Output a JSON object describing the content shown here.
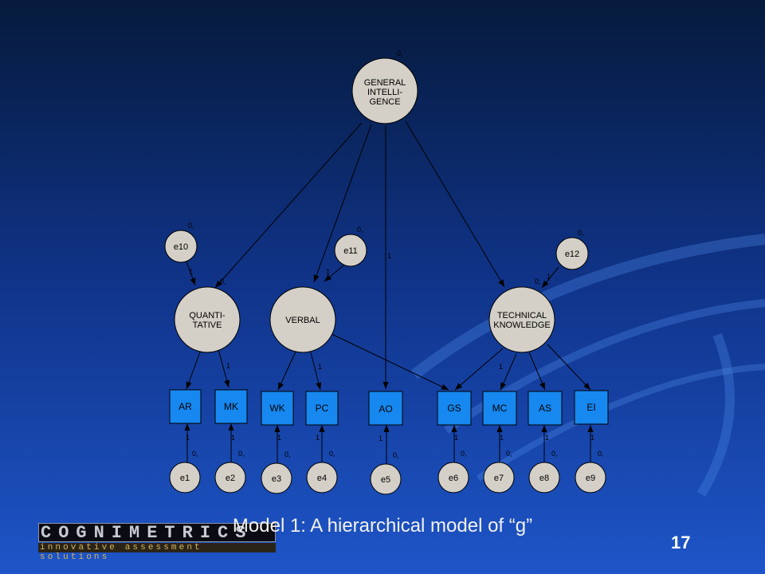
{
  "slide": {
    "caption": "Model 1: A hierarchical model of “g”",
    "page_number": "17"
  },
  "logo": {
    "name": "COGNIMETRICS",
    "tagline": "innovative assessment solutions"
  },
  "colors": {
    "background_top": "#061a3c",
    "background_bottom": "#1e55c8",
    "latent_fill": "#d4d0c8",
    "observed_fill": "#1688f0",
    "arrow": "#000000"
  },
  "diagram": {
    "latent": {
      "g": [
        "GENERAL",
        "INTELLI-",
        "GENCE"
      ],
      "q": [
        "QUANTI-",
        "TATIVE"
      ],
      "v": [
        "VERBAL"
      ],
      "t": [
        "TECHNICAL",
        "KNOWLEDGE"
      ]
    },
    "errors": {
      "e10": "e10",
      "e11": "e11",
      "e12": "e12",
      "e1": "e1",
      "e2": "e2",
      "e3": "e3",
      "e4": "e4",
      "e5": "e5",
      "e6": "e6",
      "e7": "e7",
      "e8": "e8",
      "e9": "e9"
    },
    "observed": {
      "ar": "AR",
      "mk": "MK",
      "wk": "WK",
      "pc": "PC",
      "ao": "AO",
      "gs": "GS",
      "mc": "MC",
      "as": "AS",
      "ei": "EI"
    },
    "variance_label": "0,",
    "path_label": "1"
  }
}
